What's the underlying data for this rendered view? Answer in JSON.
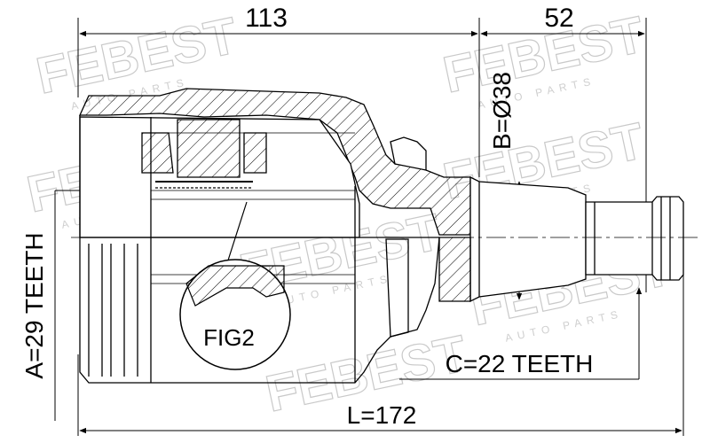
{
  "drawing": {
    "dim_top_left": "113",
    "dim_top_right": "52",
    "dim_b": "B=Ø38",
    "dim_a": "A=29 TEETH",
    "dim_c": "C=22 TEETH",
    "dim_l": "L=172",
    "fig_label": "FIG2"
  },
  "watermark": {
    "brand": "FEBEST",
    "sub": "AUTO PARTS"
  },
  "colors": {
    "line": "#000000",
    "watermark": "#c9c9c9",
    "background": "#ffffff"
  }
}
